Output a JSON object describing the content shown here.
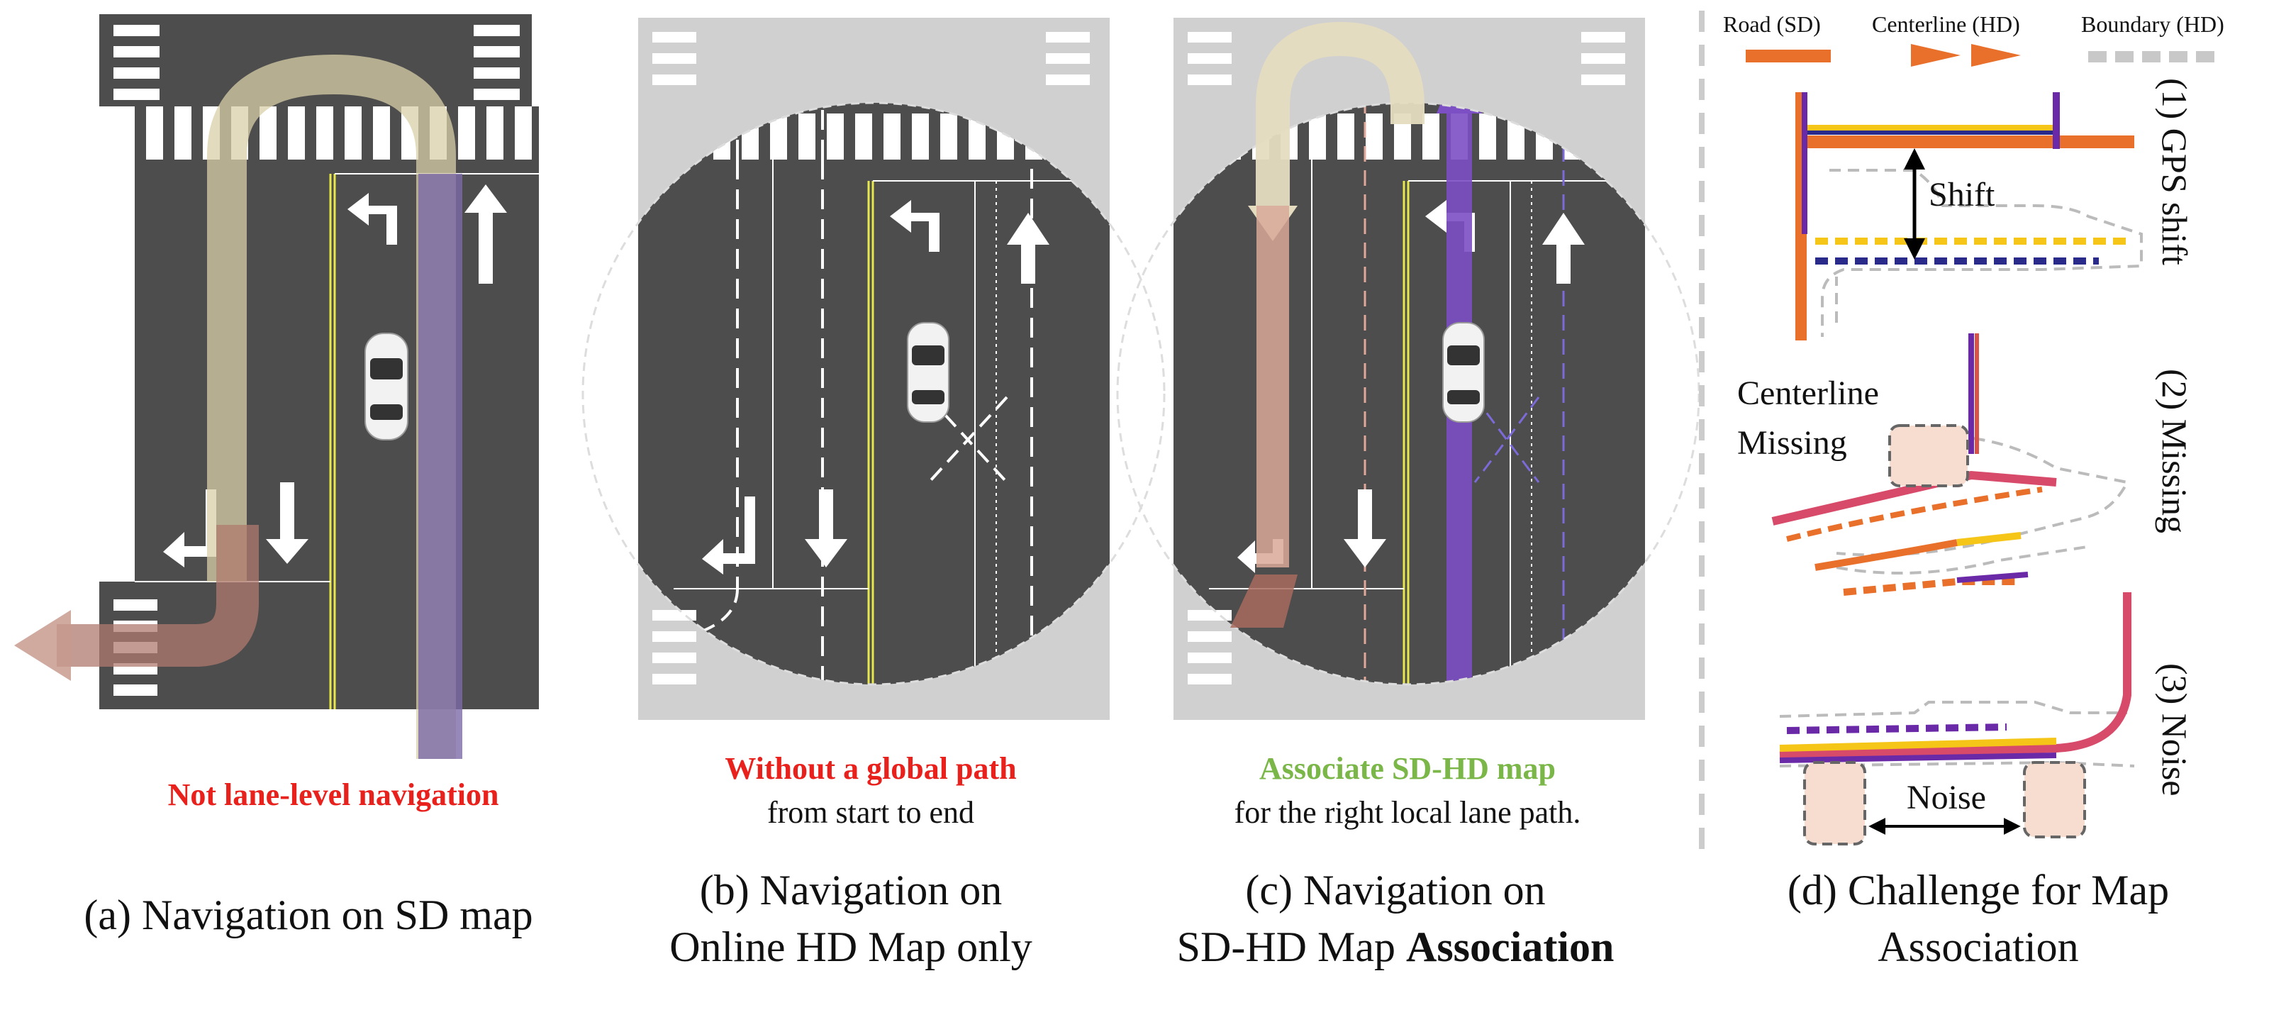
{
  "panel_a": {
    "note": "Not lane-level navigation",
    "caption": "(a) Navigation on SD map"
  },
  "panel_b": {
    "note_bold": "Without a global path",
    "note_rest": "from start to end",
    "caption_line1": "(b) Navigation on",
    "caption_line2": "Online HD Map only"
  },
  "panel_c": {
    "note_bold": "Associate SD-HD map",
    "note_rest": "for the right local lane path.",
    "caption_line1": "(c) Navigation on",
    "caption_line2_regular": "SD-HD Map ",
    "caption_line2_bold": "Association"
  },
  "panel_d": {
    "legend": {
      "road": "Road (SD)",
      "centerline": "Centerline (HD)",
      "boundary": "Boundary (HD)"
    },
    "row1_label": "(1) GPS shift",
    "row1_annotation": "Shift",
    "row2_label": "(2) Missing",
    "row2_annotation_line1": "Centerline",
    "row2_annotation_line2": "Missing",
    "row3_label": "(3) Noise",
    "row3_annotation": "Noise",
    "caption_line1": "(d) Challenge for Map",
    "caption_line2": "Association"
  },
  "colors": {
    "road": "#4d4d4d",
    "crosswalk_bg": "#cfcfcf",
    "red": "#e8211d",
    "green": "#7ab648",
    "sd_orange": "#e8702a",
    "purple": "#7c4fc4",
    "tan": "#d8cfa8",
    "pink": "#d89a8a"
  }
}
